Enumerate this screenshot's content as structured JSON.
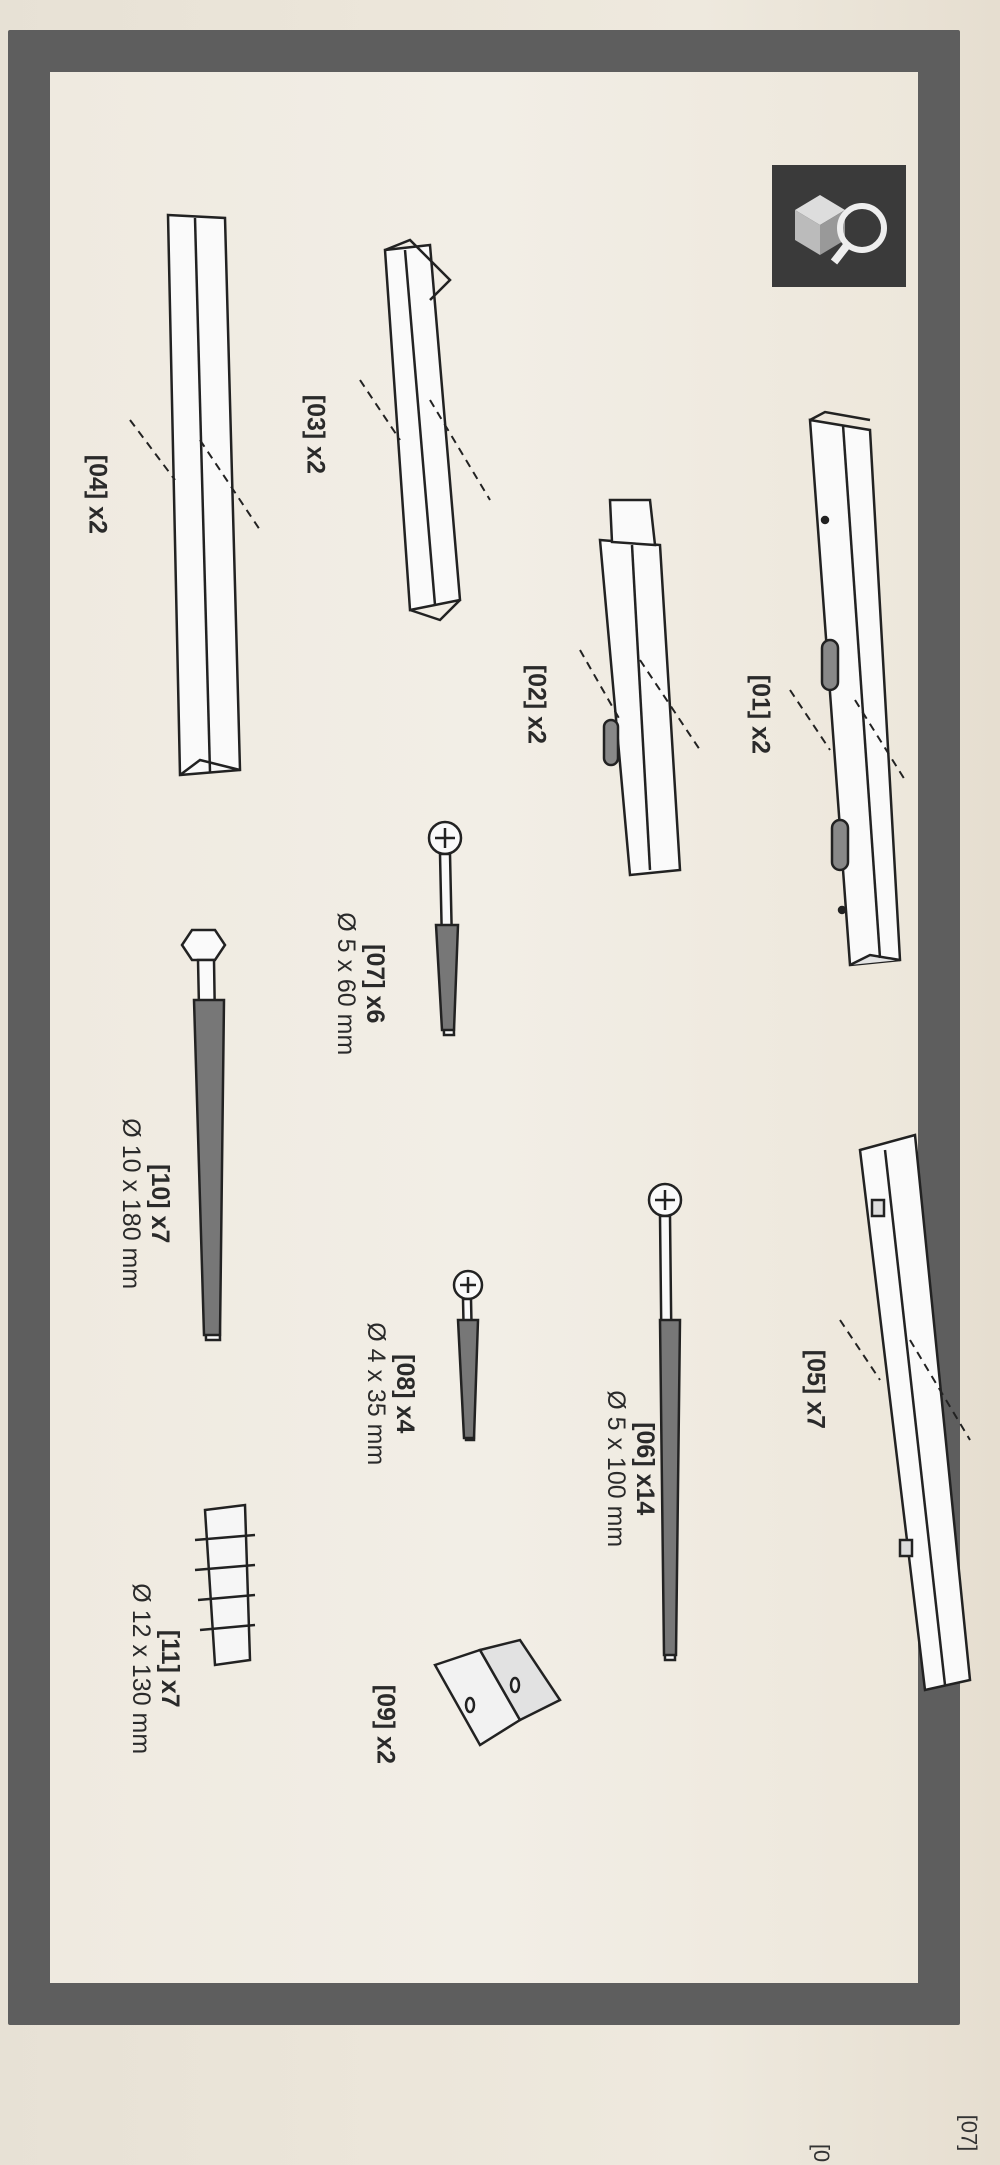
{
  "parts": [
    {
      "id": "part-01",
      "code": "[01] x2"
    },
    {
      "id": "part-02",
      "code": "[02] x2"
    },
    {
      "id": "part-03",
      "code": "[03] x2"
    },
    {
      "id": "part-04",
      "code": "[04] x2"
    },
    {
      "id": "part-05",
      "code": "[05] x7"
    },
    {
      "id": "part-06",
      "code": "[06] x14",
      "size": "Ø 5 x 100 mm"
    },
    {
      "id": "part-07",
      "code": "[07] x6",
      "size": "Ø 5 x 60 mm"
    },
    {
      "id": "part-08",
      "code": "[08] x4",
      "size": "Ø 4 x 35 mm"
    },
    {
      "id": "part-09",
      "code": "[09] x2"
    },
    {
      "id": "part-10",
      "code": "[10] x7",
      "size": "Ø 10 x 180 mm"
    },
    {
      "id": "part-11",
      "code": "[11] x7",
      "size": "Ø 12 x 130 mm"
    }
  ],
  "edge_labels": [
    "[07]",
    "[0"
  ],
  "header_icon": "box-inspect-icon",
  "colors": {
    "frame": "#5e5e5e",
    "paper": "#efeae0",
    "ink": "#2a2a2a"
  }
}
